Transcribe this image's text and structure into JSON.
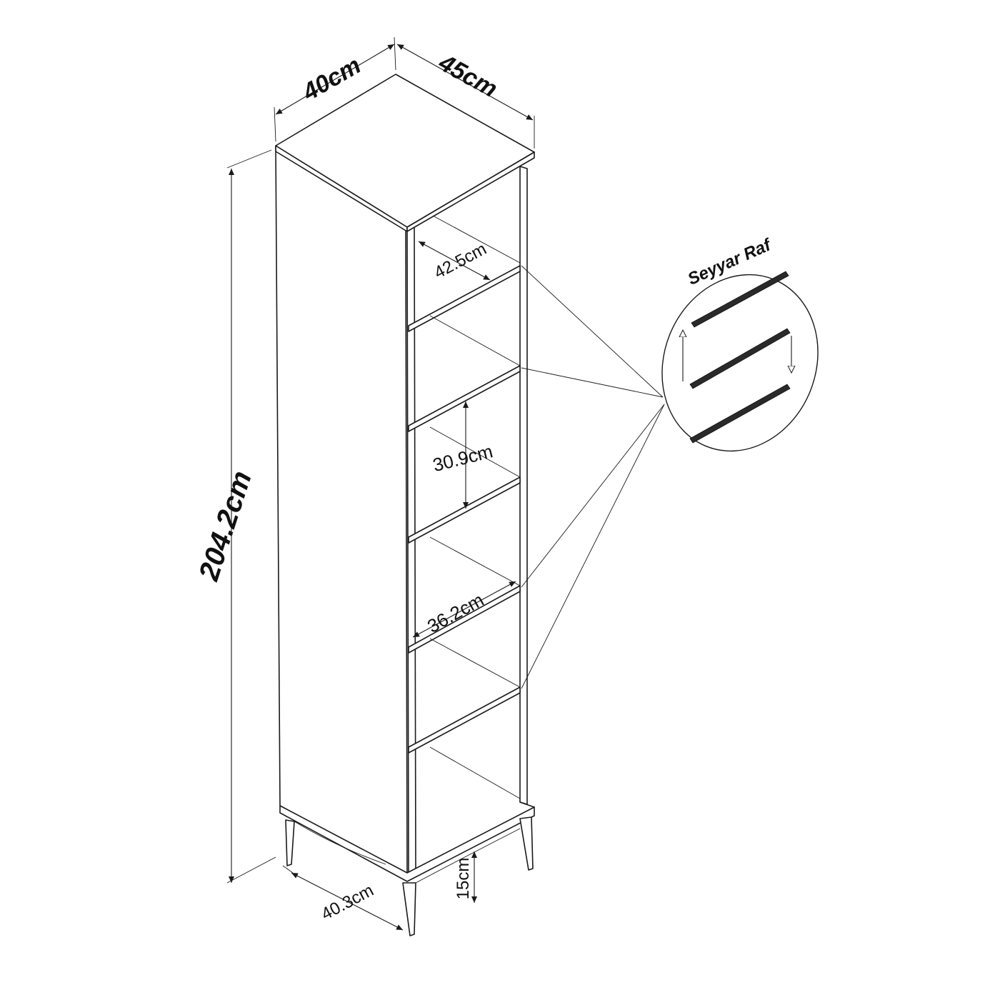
{
  "dimensions": {
    "top_width": "40cm",
    "top_depth": "45cm",
    "height": "204.2cm",
    "shelf_width": "42.5cm",
    "shelf_spacing": "30.9cm",
    "shelf_depth": "36.2cm",
    "base_width": "40.3cm",
    "leg_height": "15cm"
  },
  "detail": {
    "label": "Seyyar Raf"
  }
}
